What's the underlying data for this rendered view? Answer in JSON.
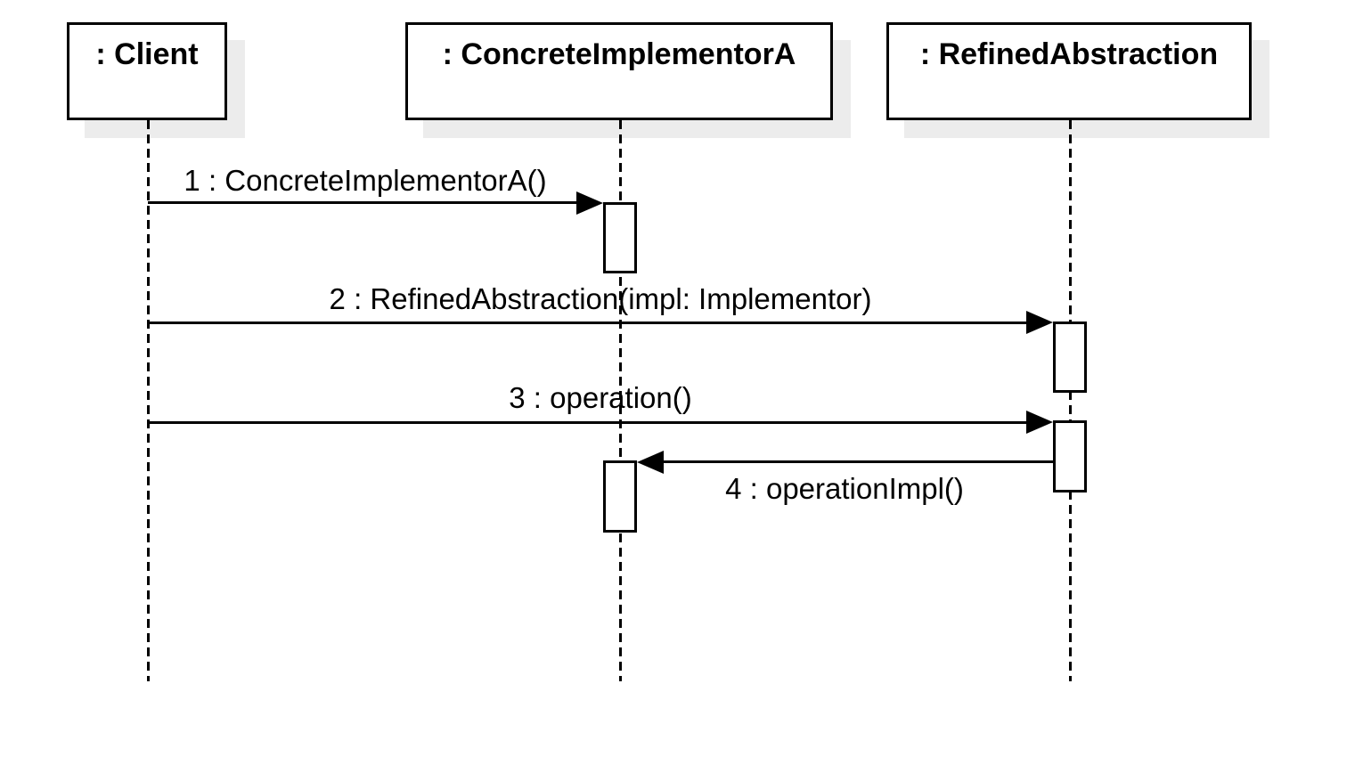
{
  "diagram": {
    "type": "uml-sequence",
    "background": "#ffffff",
    "colors": {
      "stroke": "#000000",
      "fill": "#ffffff",
      "shadow": "#ececec",
      "text": "#000000"
    },
    "lifelines": [
      {
        "id": "client",
        "label": ": Client"
      },
      {
        "id": "concrete-implementor-a",
        "label": ": ConcreteImplementorA"
      },
      {
        "id": "refined-abstraction",
        "label": ": RefinedAbstraction"
      }
    ],
    "messages": [
      {
        "seq": 1,
        "label": "1 : ConcreteImplementorA()",
        "from": "client",
        "to": "concrete-implementor-a",
        "direction": "right"
      },
      {
        "seq": 2,
        "label": "2 : RefinedAbstraction(impl: Implementor)",
        "from": "client",
        "to": "refined-abstraction",
        "direction": "right"
      },
      {
        "seq": 3,
        "label": "3 : operation()",
        "from": "client",
        "to": "refined-abstraction",
        "direction": "right"
      },
      {
        "seq": 4,
        "label": "4 : operationImpl()",
        "from": "refined-abstraction",
        "to": "concrete-implementor-a",
        "direction": "left"
      }
    ],
    "activations": [
      {
        "lifeline": "concrete-implementor-a",
        "triggered_by": 1
      },
      {
        "lifeline": "refined-abstraction",
        "triggered_by": 2
      },
      {
        "lifeline": "refined-abstraction",
        "triggered_by": 3
      },
      {
        "lifeline": "concrete-implementor-a",
        "triggered_by": 4
      }
    ]
  }
}
